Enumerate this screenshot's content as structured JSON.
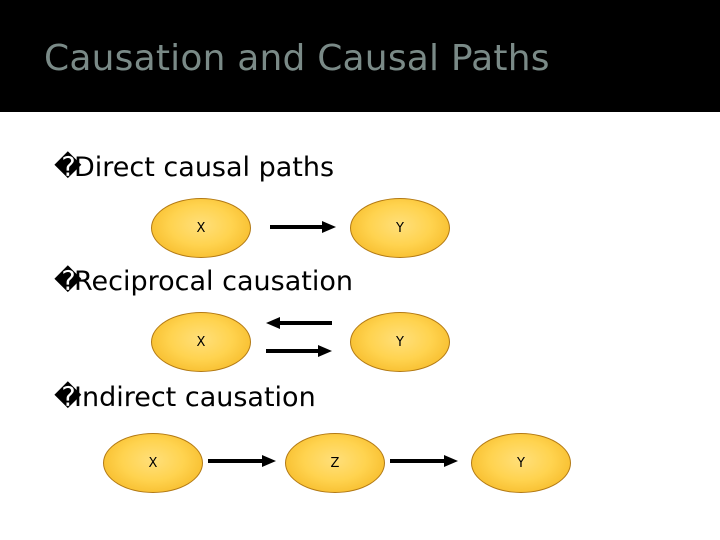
{
  "slide": {
    "title": "Causation and Causal Paths",
    "accent_color": "#7a8a87",
    "node_fill": "#ffd34f"
  },
  "sections": [
    {
      "bullet": "�",
      "keyword": "Direct",
      "rest": " causal paths",
      "nodes": [
        "X",
        "Y"
      ],
      "relation": "one-way"
    },
    {
      "bullet": "�",
      "keyword": "Reciprocal",
      "rest": " causation",
      "nodes": [
        "X",
        "Y"
      ],
      "relation": "two-way"
    },
    {
      "bullet": "�",
      "keyword": "Indirect",
      "rest": " causation",
      "nodes": [
        "X",
        "Z",
        "Y"
      ],
      "relation": "chain"
    }
  ]
}
